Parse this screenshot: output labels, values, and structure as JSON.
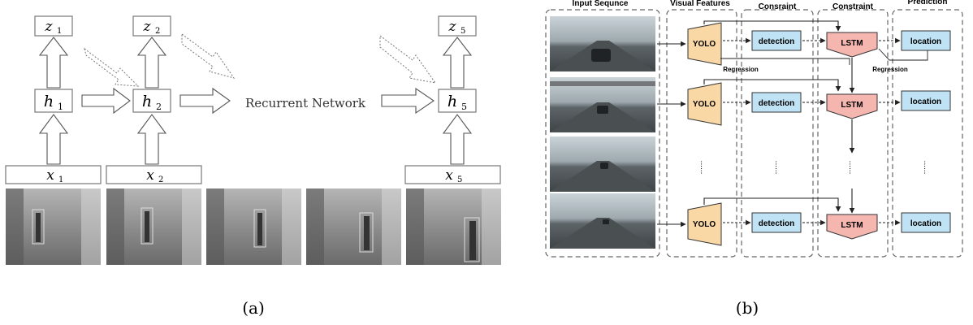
{
  "panel_a": {
    "z_labels": [
      "z",
      "z",
      "z"
    ],
    "z_subs": [
      "1",
      "2",
      "5"
    ],
    "h_labels": [
      "h",
      "h",
      "h"
    ],
    "h_subs": [
      "1",
      "2",
      "5"
    ],
    "x_labels": [
      "x",
      "x",
      "x"
    ],
    "x_subs": [
      "1",
      "2",
      "5"
    ],
    "network_label": "Recurrent Network",
    "caption": "(a)"
  },
  "panel_b": {
    "column_headers": [
      "Input Sequnce",
      "Visual Features",
      "Consraint",
      "Constraint",
      "Prediction"
    ],
    "yolo_label": "YOLO",
    "detection_label": "detection",
    "lstm_label": "LSTM",
    "location_label": "location",
    "regression_label": "Regression",
    "ellipsis": "......",
    "caption": "(b)",
    "colors": {
      "yolo": "#f9d8a6",
      "detection": "#bfe3f5",
      "lstm": "#f6b6b0",
      "location": "#bfe3f5"
    }
  }
}
